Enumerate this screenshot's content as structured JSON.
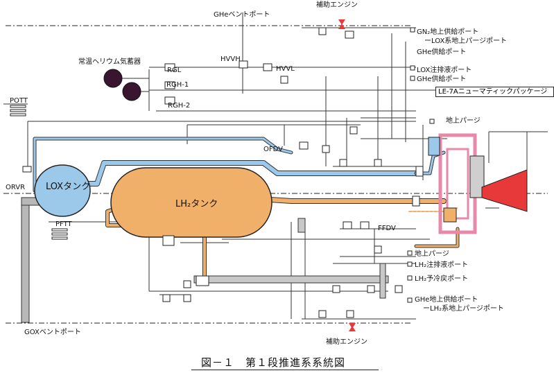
{
  "labels": {
    "ghe_vent_port": "GHeベントポート",
    "aux_engine_top": "補助エンジン",
    "aux_engine_bottom": "補助エンジン",
    "gn2_supply": "GN₂地上供給ポート",
    "lox_purge": "ーLOX系地上パージポート",
    "ghe_supply_1": "GHe供給ポート",
    "lox_fill": "LOX注排液ポート",
    "ghe_supply_2": "GHe供給ポート",
    "le7a_package": "LE-7Aニューマティックパッケージ",
    "ground_purge_1": "地上パージ",
    "ground_purge_2": "地上パージ",
    "lh2_fill": "LH₂注排液ポート",
    "lh2_precool": "LH₂予冷戻ポート",
    "ghe_ground_supply": "GHe地上供給ポート",
    "lh2_purge": "ーLH₂系地上パージポート",
    "gox_vent": "GOXベントポート",
    "he_bottles": "常温ヘリウム気蓄器",
    "hvvh": "HVVH",
    "hvvl": "HVVL",
    "rgl": "RGL",
    "rgh1": "RGH-1",
    "rgh2": "RGH-2",
    "pott": "POTT",
    "ofdv": "OFDV",
    "orvr": "ORVR",
    "pftt": "PFTT",
    "ffdv": "FFDV",
    "lox_tank": "LOXタンク",
    "lh2_tank": "LH₂タンク"
  },
  "caption": "図－１　第１段推進系系統図",
  "colors": {
    "lox": "#9cc8ea",
    "lh2": "#f0b06a",
    "gox": "#b8b8b8",
    "engine_bell": "#e8393a",
    "engine_lines": "#e889a8",
    "he_bottle": "#3a1530",
    "line": "#222222"
  }
}
